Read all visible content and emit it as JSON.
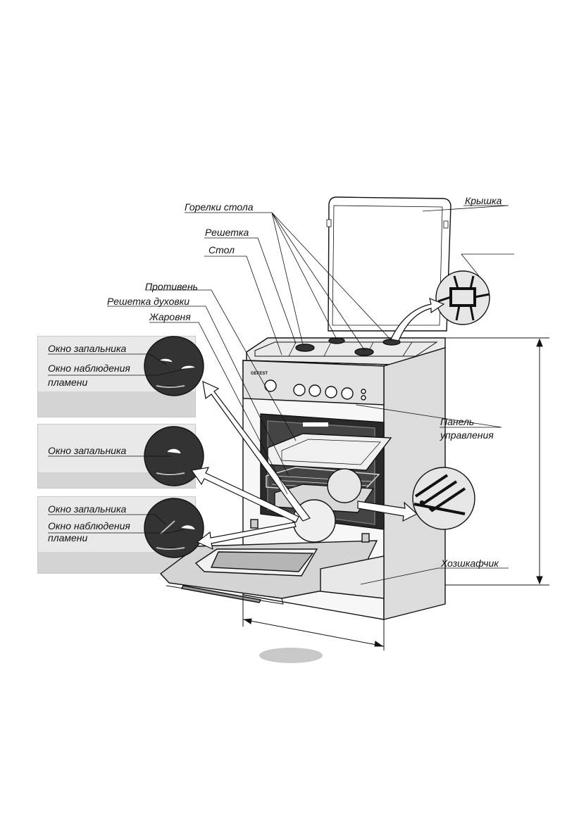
{
  "labels": {
    "burners": "Горелки стола",
    "grate": "Решетка",
    "table": "Стол",
    "tray": "Противень",
    "oven_rack": "Решетка духовки",
    "roaster": "Жаровня",
    "lid": "Крышка",
    "control_panel_1": "Панель",
    "control_panel_2": "управления",
    "cabinet": "Хозшкафчик"
  },
  "panels": [
    {
      "line1": "Окно запальника",
      "line2": "Окно наблюдения",
      "line3": "пламени"
    },
    {
      "line1": "Окно запальника"
    },
    {
      "line1": "Окно запальника",
      "line2": "Окно наблюдения",
      "line3": "пламени"
    }
  ],
  "brand": "GEFEST",
  "colors": {
    "panel_bg": "#e9e9e9",
    "panel_band": "#d4d4d4",
    "shadow": "#c8c8c8",
    "line": "#111111"
  }
}
